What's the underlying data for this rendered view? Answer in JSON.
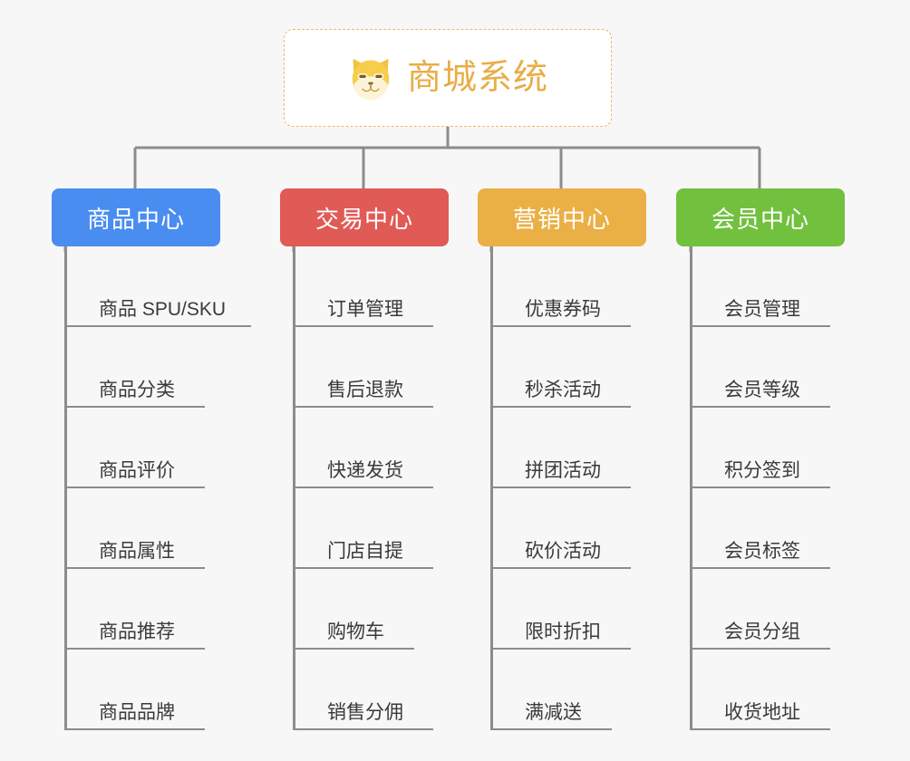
{
  "page": {
    "background_color": "#f7f7f7",
    "connector_color": "#8c8c8c"
  },
  "root": {
    "title": "商城系统",
    "icon": "dog-face-emoji",
    "text_color": "#e8ad48",
    "border_color": "#edb862",
    "background_color": "#ffffff"
  },
  "columns": [
    {
      "header": "商品中心",
      "color": "#4a8df0",
      "items": [
        "商品 SPU/SKU",
        "商品分类",
        "商品评价",
        "商品属性",
        "商品推荐",
        "商品品牌"
      ]
    },
    {
      "header": "交易中心",
      "color": "#e05a56",
      "items": [
        "订单管理",
        "售后退款",
        "快递发货",
        "门店自提",
        "购物车",
        "销售分佣"
      ]
    },
    {
      "header": "营销中心",
      "color": "#eab046",
      "items": [
        "优惠券码",
        "秒杀活动",
        "拼团活动",
        "砍价活动",
        "限时折扣",
        "满减送"
      ]
    },
    {
      "header": "会员中心",
      "color": "#71c13e",
      "items": [
        "会员管理",
        "会员等级",
        "积分签到",
        "会员标签",
        "会员分组",
        "收货地址"
      ]
    }
  ]
}
